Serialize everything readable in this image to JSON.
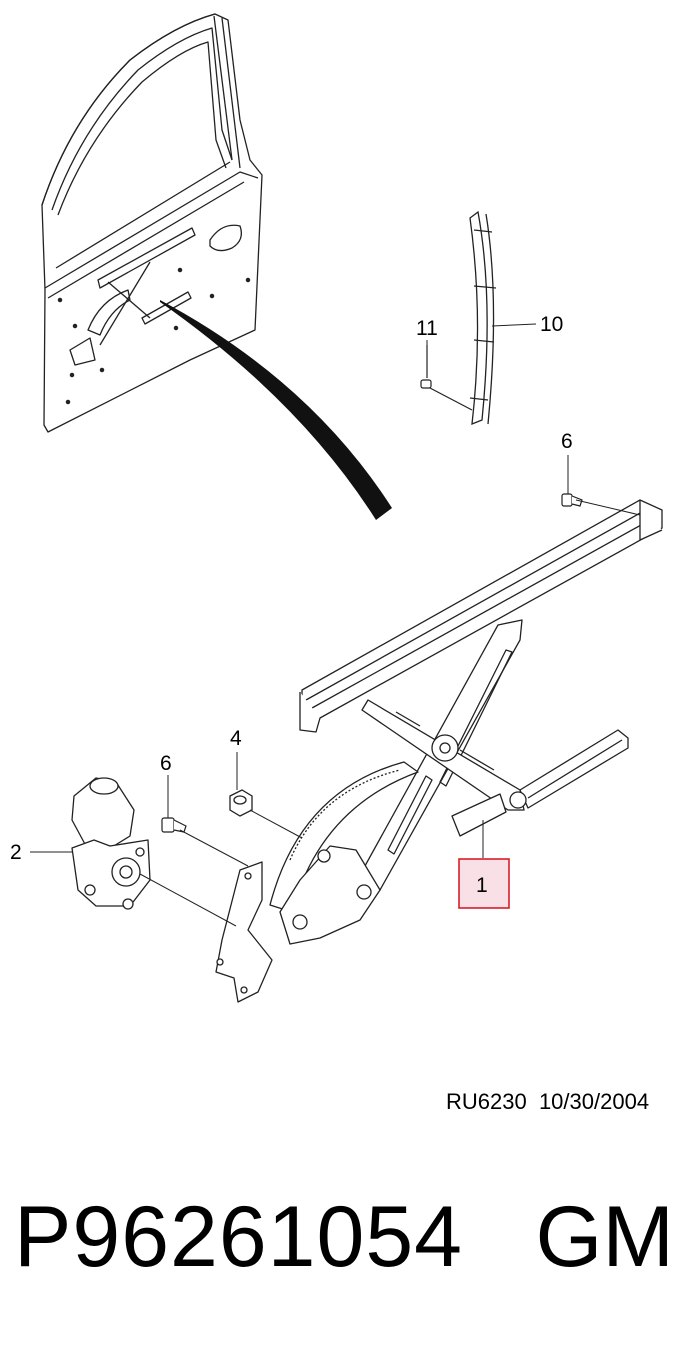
{
  "callouts": {
    "c1": "1",
    "c2": "2",
    "c4": "4",
    "c6a": "6",
    "c6b": "6",
    "c10": "10",
    "c11": "11"
  },
  "highlight_color": "#f9dfe6",
  "highlight_border": "#d81e2a",
  "reference": "RU6230  10/30/2004",
  "part_number": "P96261054",
  "brand": "GM"
}
